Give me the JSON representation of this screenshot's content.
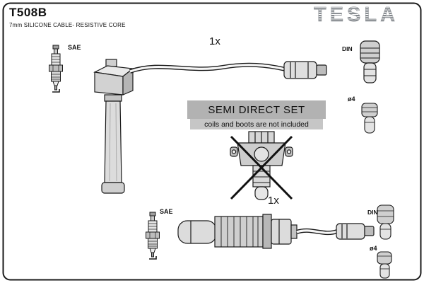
{
  "header": {
    "part_number": "T508B",
    "subtitle": "7mm SILICONE CABLE- RESISTIVE CORE",
    "brand": "TESLA"
  },
  "banner": {
    "title": "SEMI DIRECT SET",
    "subtitle": "coils and boots are not included"
  },
  "labels": {
    "sae_top": "SAE",
    "qty_top": "1x",
    "din_top": "DIN",
    "dia_top": "ø4",
    "sae_bottom": "SAE",
    "qty_bottom": "1x",
    "din_bottom": "DIN",
    "dia_bottom": "ø4"
  },
  "icons": [
    "spark-plug-top-icon",
    "coil-boot-icon",
    "ignition-cable-top",
    "cable-terminal-top-icon",
    "din-connector-top-icon",
    "dia4-connector-top-icon",
    "coil-not-included-icon",
    "cross-out-x-icon",
    "spark-plug-bottom-icon",
    "cable-boot-assembly-bottom",
    "ignition-cable-bottom",
    "cable-terminal-bottom-icon",
    "din-connector-bottom-icon",
    "dia4-connector-bottom-icon"
  ],
  "colors": {
    "line": "#1a1a1a",
    "banner_bg": "#b2b2b2",
    "banner_sub_bg": "#c6c6c6",
    "metal_light": "#dcdcdc",
    "metal_mid": "#bdbdbd",
    "logo_gray": "#7d8287"
  }
}
